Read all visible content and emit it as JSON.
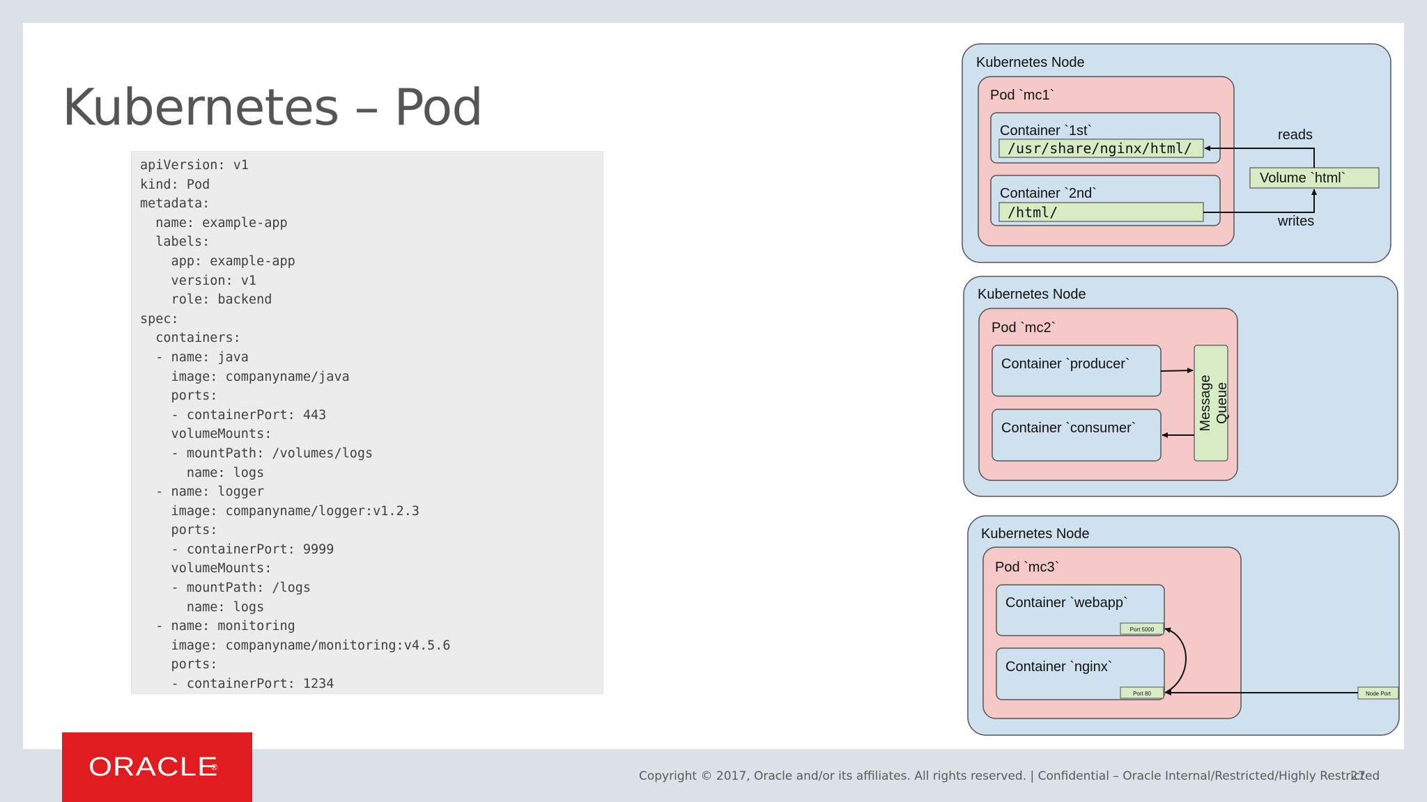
{
  "slide": {
    "title": "Kubernetes – Pod",
    "code_lines": [
      "apiVersion: v1",
      "kind: Pod",
      "metadata:",
      "  name: example-app",
      "  labels:",
      "    app: example-app",
      "    version: v1",
      "    role: backend",
      "spec:",
      "  containers:",
      "  - name: java",
      "    image: companyname/java",
      "    ports:",
      "    - containerPort: 443",
      "    volumeMounts:",
      "    - mountPath: /volumes/logs",
      "      name: logs",
      "  - name: logger",
      "    image: companyname/logger:v1.2.3",
      "    ports:",
      "    - containerPort: 9999",
      "    volumeMounts:",
      "    - mountPath: /logs",
      "      name: logs",
      "  - name: monitoring",
      "    image: companyname/monitoring:v4.5.6",
      "    ports:",
      "    - containerPort: 1234"
    ]
  },
  "diagram": {
    "node1": {
      "label": "Kubernetes Node",
      "pod": "Pod `mc1`",
      "container1": "Container `1st`",
      "path1": "/usr/share/nginx/html/",
      "container2": "Container `2nd`",
      "path2": "/html/",
      "volume": "Volume `html`",
      "reads": "reads",
      "writes": "writes"
    },
    "node2": {
      "label": "Kubernetes Node",
      "pod": "Pod `mc2`",
      "producer": "Container `producer`",
      "consumer": "Container `consumer`",
      "queue_line1": "Message",
      "queue_line2": "Queue"
    },
    "node3": {
      "label": "Kubernetes Node",
      "pod": "Pod `mc3`",
      "webapp": "Container `webapp`",
      "webapp_port": "Port 5000",
      "nginx": "Container `nginx`",
      "nginx_port": "Port 80",
      "node_port": "Node Port"
    },
    "colors": {
      "node_fill": "#cfe0ef",
      "pod_fill": "#f4c9c7",
      "container_fill": "#cfe0ef",
      "green_fill": "#d7ebc5"
    }
  },
  "branding": {
    "logo_text": "ORACLE",
    "logo_reg": "®",
    "footer": "Copyright © 2017, Oracle and/or its affiliates. All rights reserved.  |  Confidential – Oracle Internal/Restricted/Highly Restricted",
    "page_number": "27"
  }
}
